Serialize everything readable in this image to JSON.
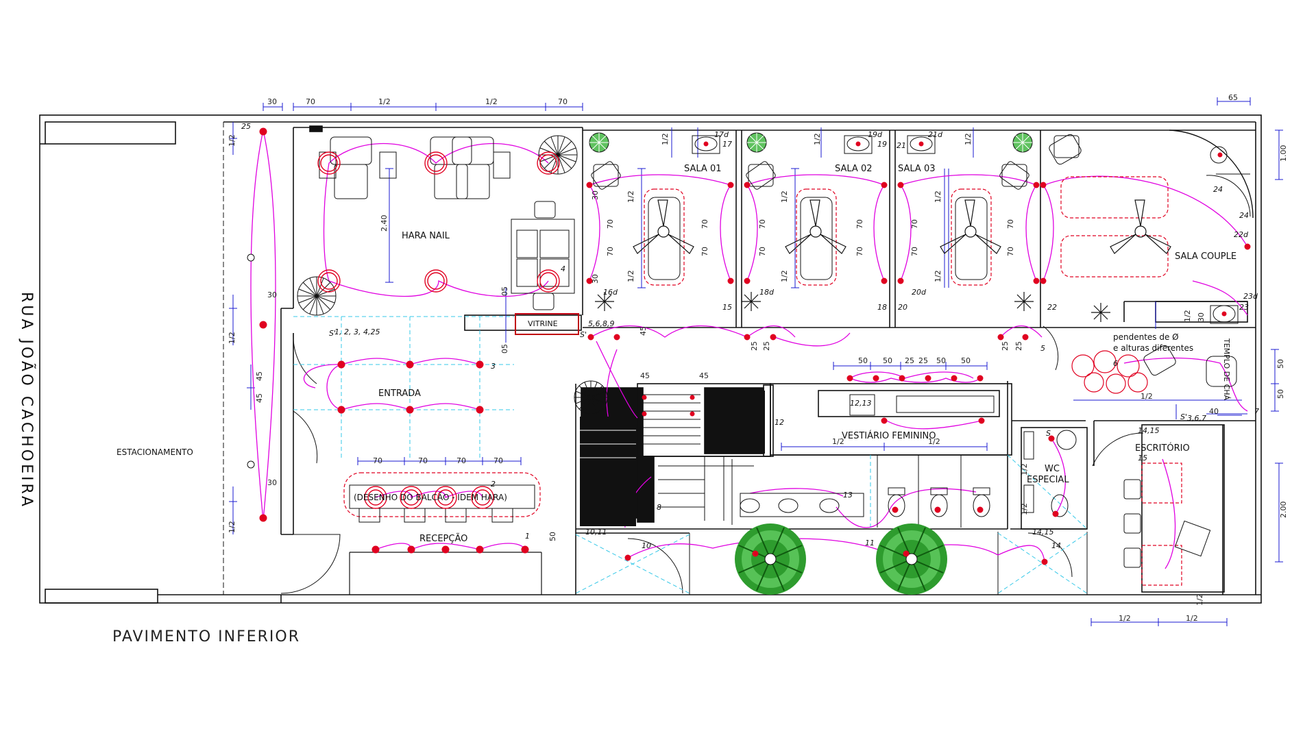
{
  "colors": {
    "wall": "#111111",
    "dimension": "#1a1ad0",
    "circuit": "#e000e0",
    "fixture": "#e00020",
    "guide": "#35c8e8",
    "tree": "#1f9a1f",
    "dark": "#111111"
  },
  "labels": {
    "street": "RUA JOÃO CACHOEIRA",
    "floor": "PAVIMENTO INFERIOR",
    "parking": "ESTACIONAMENTO",
    "hara_nail": "HARA NAIL",
    "entrada": "ENTRADA",
    "recepcao": "RECEPÇÃO",
    "balcao": "(DESENHO DO BALCÃO - IDEM HARA)",
    "vitrine": "VITRINE",
    "sala01": "SALA 01",
    "sala02": "SALA 02",
    "sala03": "SALA 03",
    "sala_couple": "SALA COUPLE",
    "vestiario": "VESTIÁRIO FEMININO",
    "wc": "WC",
    "especial": "ESPECIAL",
    "escritorio": "ESCRITÓRIO",
    "pendentes1": "pendentes de Ø",
    "pendentes2": "e alturas diferentes",
    "templo": "TEMPLO DE CHÁ"
  },
  "dims": {
    "d30": "30",
    "d70": "70",
    "d50": "50",
    "d45": "45",
    "d25": "25",
    "d05": "05",
    "d65": "65",
    "d40": "40",
    "half": "1/2",
    "d240": "2.40",
    "d100": "1.00",
    "d200": "2.00"
  },
  "circuits": {
    "c1": "1",
    "c2": "2",
    "c3": "3",
    "c4": "4",
    "c5": "5",
    "c6": "6",
    "c7": "7",
    "c8": "8",
    "c10": "10",
    "c11": "11",
    "c12": "12",
    "c13": "13",
    "c14": "14",
    "c15": "15",
    "c17": "17",
    "c19": "19",
    "c20": "20",
    "c21": "21",
    "c22": "22",
    "c23": "23",
    "c24": "24",
    "c25": "25",
    "c18": "18",
    "c16d": "16d",
    "c17d": "17d",
    "c18d": "18d",
    "c19d": "19d",
    "c20d": "20d",
    "c21d": "21d",
    "c22d": "22d",
    "c23d": "23d",
    "c1234": "1, 2, 3, 4,25",
    "c5689": "5,6,8,9",
    "c1011": "10,11",
    "c1415": "14,15",
    "c1213": "12,13",
    "c367": "3,6,7",
    "s": "S",
    "sp": "S'"
  }
}
